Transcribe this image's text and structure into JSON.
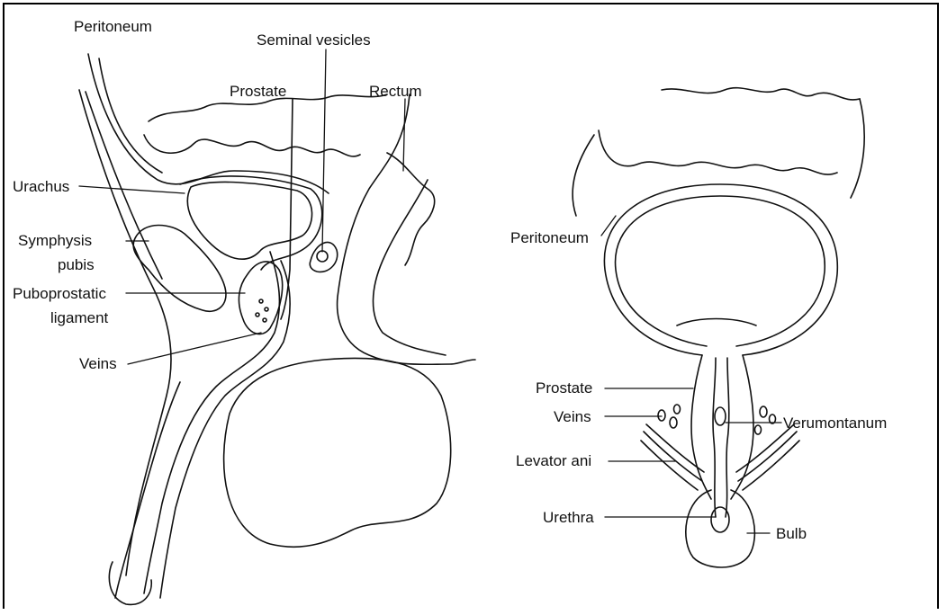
{
  "labels": {
    "peritoneum_left": "Peritoneum",
    "seminal_vesicles": "Seminal vesicles",
    "prostate_left": "Prostate",
    "rectum": "Rectum",
    "urachus": "Urachus",
    "symphysis_1": "Symphysis",
    "symphysis_2": "pubis",
    "puboprostatic_1": "Puboprostatic",
    "puboprostatic_2": "ligament",
    "veins_left": "Veins",
    "peritoneum_right": "Peritoneum",
    "prostate_right": "Prostate",
    "veins_right": "Veins",
    "verumontanum": "Verumontanum",
    "levator_ani": "Levator ani",
    "urethra": "Urethra",
    "bulb": "Bulb"
  },
  "colors": {
    "ink": "#111111",
    "background": "#ffffff"
  }
}
